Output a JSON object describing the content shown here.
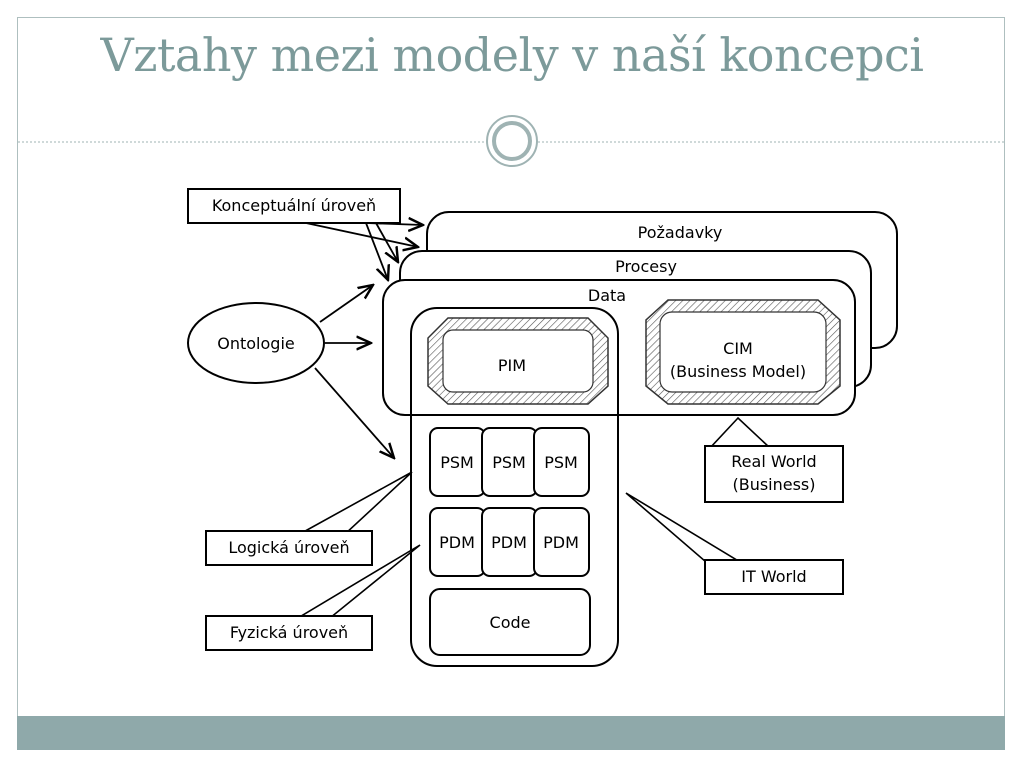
{
  "slide": {
    "title": "Vztahy mezi modely v naší koncepci"
  },
  "diagram": {
    "layers": {
      "requirements": "Požadavky",
      "processes": "Procesy",
      "data": "Data"
    },
    "pim": "PIM",
    "cim_line1": "CIM",
    "cim_line2": "(Business Model)",
    "psm": [
      "PSM",
      "PSM",
      "PSM"
    ],
    "pdm": [
      "PDM",
      "PDM",
      "PDM"
    ],
    "code": "Code",
    "ontology": "Ontologie",
    "callouts": {
      "conceptual": "Konceptuální úroveň",
      "logical": "Logická úroveň",
      "physical": "Fyzická úroveň",
      "real_world_line1": "Real World",
      "real_world_line2": "(Business)",
      "it_world": "IT World"
    }
  }
}
